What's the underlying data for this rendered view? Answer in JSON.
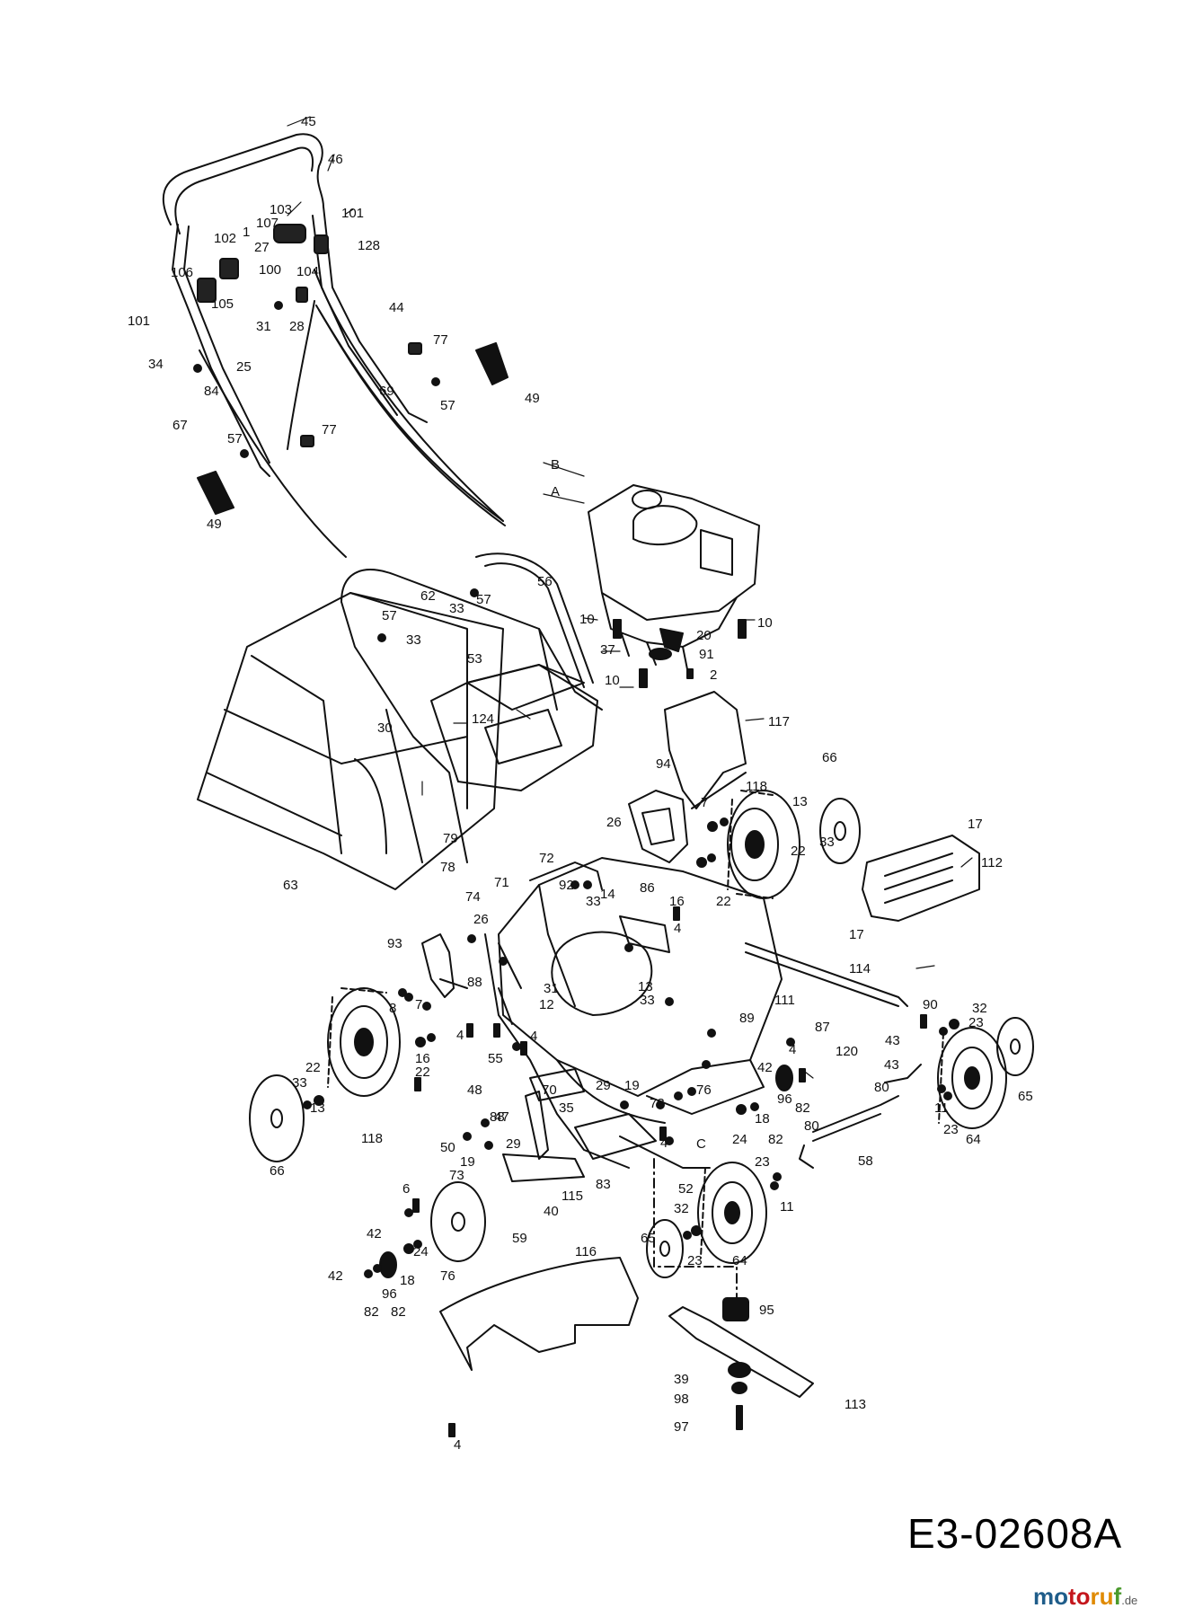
{
  "diagram_code": "E3-02608A",
  "watermark": {
    "part1": "mo",
    "part2": "to",
    "part3": "ru",
    "part4": "f",
    "suffix": ".de"
  },
  "colors": {
    "line": "#111111",
    "background": "#ffffff"
  },
  "labels": [
    "45",
    "46",
    "101",
    "103",
    "107",
    "1",
    "102",
    "27",
    "100",
    "128",
    "106",
    "104",
    "105",
    "101",
    "31",
    "28",
    "44",
    "77",
    "25",
    "34",
    "84",
    "69",
    "49",
    "57",
    "67",
    "57",
    "77",
    "49",
    "B",
    "A",
    "56",
    "57",
    "33",
    "62",
    "33",
    "57",
    "10",
    "10",
    "20",
    "37",
    "91",
    "10",
    "2",
    "53",
    "124",
    "117",
    "30",
    "94",
    "118",
    "66",
    "26",
    "7",
    "13",
    "22",
    "33",
    "17",
    "112",
    "79",
    "78",
    "72",
    "71",
    "63",
    "74",
    "92",
    "33",
    "14",
    "86",
    "16",
    "22",
    "4",
    "17",
    "93",
    "26",
    "88",
    "31",
    "12",
    "13",
    "33",
    "114",
    "90",
    "111",
    "89",
    "8",
    "7",
    "4",
    "4",
    "43",
    "87",
    "32",
    "23",
    "22",
    "16",
    "55",
    "120",
    "4",
    "33",
    "22",
    "70",
    "48",
    "47",
    "29",
    "19",
    "73",
    "76",
    "42",
    "43",
    "80",
    "11",
    "65",
    "35",
    "88",
    "82",
    "96",
    "18",
    "82",
    "24",
    "64",
    "23",
    "13",
    "80",
    "118",
    "4",
    "C",
    "58",
    "50",
    "29",
    "23",
    "66",
    "19",
    "115",
    "83",
    "52",
    "11",
    "73",
    "6",
    "40",
    "59",
    "32",
    "42",
    "65",
    "23",
    "64",
    "24",
    "18",
    "116",
    "42",
    "96",
    "82",
    "82",
    "76",
    "95",
    "4",
    "39",
    "113",
    "98",
    "97"
  ]
}
